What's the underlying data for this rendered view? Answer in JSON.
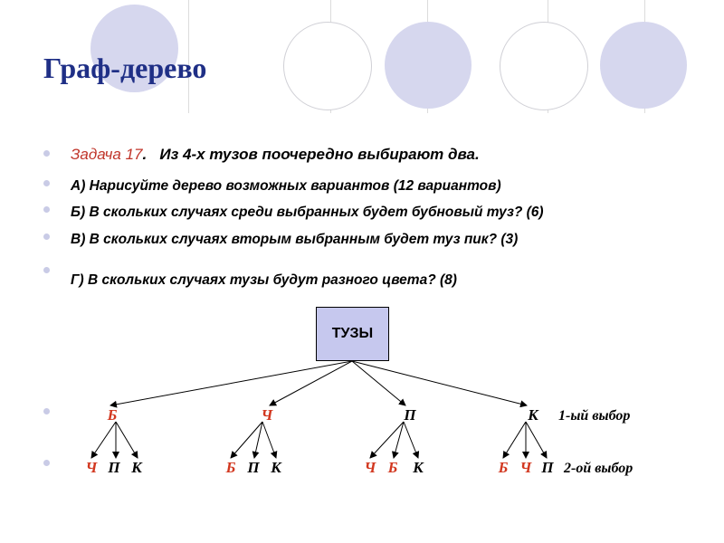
{
  "title": "Граф-дерево",
  "colors": {
    "title": "#1f2f86",
    "label": "#c0352a",
    "node_red": "#d2371f",
    "root_fill": "#c6c8ee",
    "circle_fill": "#d6d7ee",
    "bullet": "#c9cbe6"
  },
  "task": {
    "label": "Задача 17",
    "label_dot": ".",
    "text": "Из 4-х тузов поочередно выбирают два.",
    "items": [
      "А) Нарисуйте дерево возможных вариантов  (12 вариантов)",
      "Б) В скольких случаях среди выбранных будет бубновый туз? (6)",
      "В) В скольких случаях вторым выбранным будет туз пик? (3)",
      "Г) В скольких случаях тузы будут  разного цвета? (8)"
    ]
  },
  "tree": {
    "root": "ТУЗЫ",
    "level1": [
      {
        "label": "Б",
        "color": "red"
      },
      {
        "label": "Ч",
        "color": "red"
      },
      {
        "label": "П",
        "color": "black"
      },
      {
        "label": "К",
        "color": "black"
      }
    ],
    "level1_caption": "1-ый выбор",
    "level2": [
      [
        {
          "label": "Ч",
          "color": "red"
        },
        {
          "label": "П",
          "color": "black"
        },
        {
          "label": "К",
          "color": "black"
        }
      ],
      [
        {
          "label": "Б",
          "color": "red"
        },
        {
          "label": "П",
          "color": "black"
        },
        {
          "label": "К",
          "color": "black"
        }
      ],
      [
        {
          "label": "Ч",
          "color": "red"
        },
        {
          "label": "Б",
          "color": "red"
        },
        {
          "label": "К",
          "color": "black"
        }
      ],
      [
        {
          "label": "Б",
          "color": "red"
        },
        {
          "label": "Ч",
          "color": "red"
        },
        {
          "label": "П",
          "color": "black"
        }
      ]
    ],
    "level2_caption": "2-ой выбор"
  }
}
